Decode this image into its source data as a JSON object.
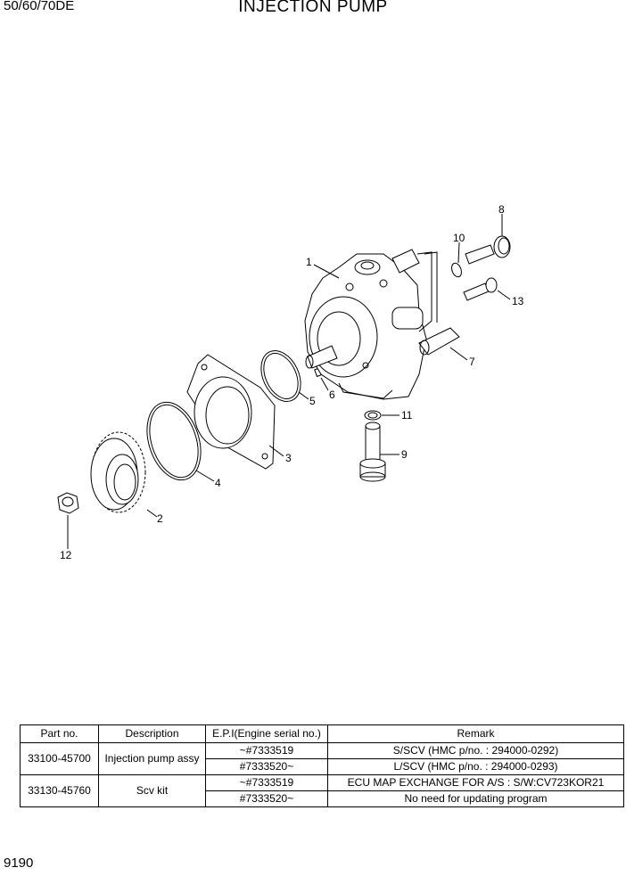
{
  "header": {
    "model": "50/60/70DE",
    "title": "INJECTION PUMP"
  },
  "page_number": "9190",
  "callouts": [
    "1",
    "2",
    "3",
    "4",
    "5",
    "6",
    "7",
    "8",
    "9",
    "10",
    "11",
    "12",
    "13"
  ],
  "parts_table": {
    "headers": [
      "Part no.",
      "Description",
      "E.P.I(Engine serial no.)",
      "Remark"
    ],
    "groups": [
      {
        "part_no": "33100-45700",
        "description": "Injection pump assy",
        "rows": [
          {
            "epi": "~#7333519",
            "remark": "S/SCV (HMC p/no. : 294000-0292)"
          },
          {
            "epi": "#7333520~",
            "remark": "L/SCV (HMC p/no. : 294000-0293)"
          }
        ]
      },
      {
        "part_no": "33130-45760",
        "description": "Scv kit",
        "rows": [
          {
            "epi": "~#7333519",
            "remark": "ECU MAP EXCHANGE FOR A/S : S/W:CV723KOR21"
          },
          {
            "epi": "#7333520~",
            "remark": "No need for updating program"
          }
        ]
      }
    ]
  }
}
